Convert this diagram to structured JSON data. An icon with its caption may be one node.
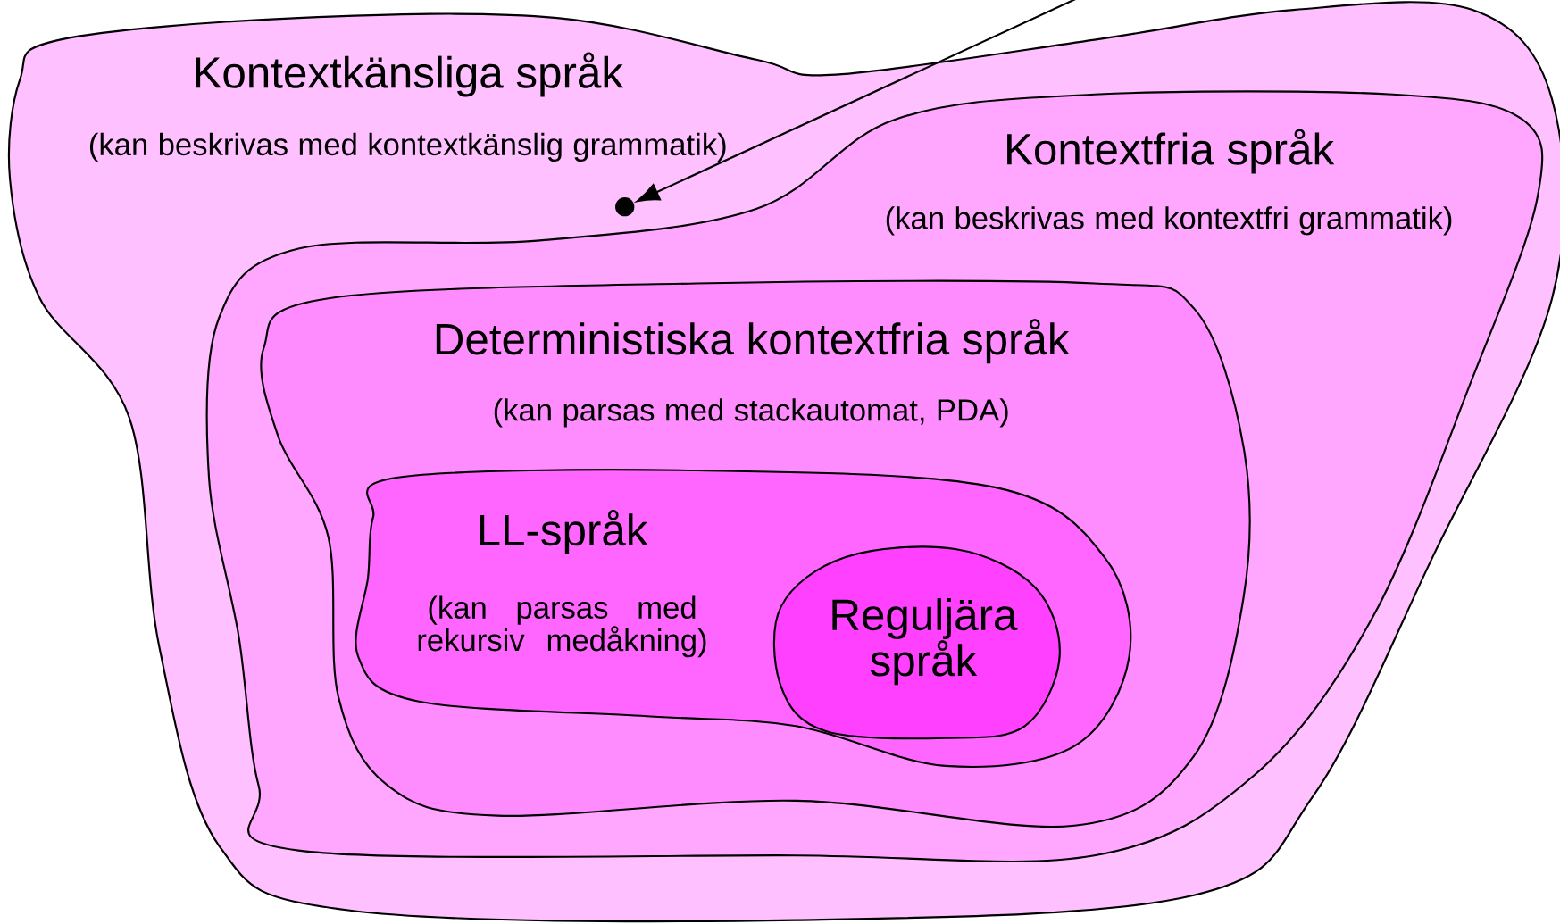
{
  "diagram": {
    "nodes": [
      {
        "text": [
          "Kontextkänsliga språk",
          "(kan beskrivas med kontextkänslig grammatik)"
        ]
      },
      {
        "text": [
          "Kontextfria språk",
          "(kan beskrivas med kontextfri grammatik)"
        ],
        "in": 0
      },
      {
        "text": [
          "Deterministiska kontextfria språk",
          "(kan parsas med stackautomat, PDA)"
        ],
        "in": 1
      },
      {
        "text": [
          "LL-språk",
          "(kan parsas med rekursiv medåkning)"
        ],
        "in": 2
      },
      {
        "text": [
          "Reguljära språk"
        ],
        "in": 3
      },
      {
        "text": [],
        "shape": "circle",
        "in": 0
      }
    ],
    "edges": [
      {
        "from": null,
        "to": 5,
        "arrow": "to"
      }
    ]
  }
}
